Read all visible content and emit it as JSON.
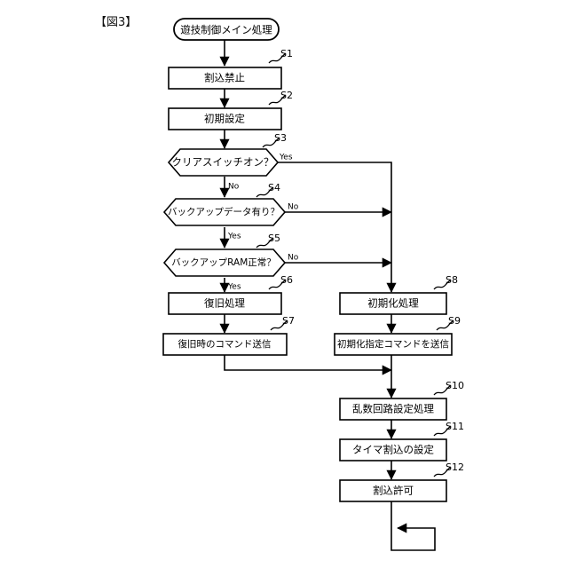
{
  "figure": {
    "label": "【図3】"
  },
  "flowchart": {
    "title_terminal": "遊技制御メイン処理",
    "nodes": [
      {
        "id": "S1",
        "step": "S1",
        "type": "process",
        "text": "割込禁止"
      },
      {
        "id": "S2",
        "step": "S2",
        "type": "process",
        "text": "初期設定"
      },
      {
        "id": "S3",
        "step": "S3",
        "type": "decision",
        "text": "クリアスイッチオン？"
      },
      {
        "id": "S4",
        "step": "S4",
        "type": "decision",
        "text": "バックアップデータ有り？"
      },
      {
        "id": "S5",
        "step": "S5",
        "type": "decision",
        "text": "バックアップRAM正常？"
      },
      {
        "id": "S6",
        "step": "S6",
        "type": "process",
        "text": "復旧処理"
      },
      {
        "id": "S7",
        "step": "S7",
        "type": "process",
        "text": "復旧時のコマンド送信"
      },
      {
        "id": "S8",
        "step": "S8",
        "type": "process",
        "text": "初期化処理"
      },
      {
        "id": "S9",
        "step": "S9",
        "type": "process",
        "text": "初期化指定コマンドを送信"
      },
      {
        "id": "S10",
        "step": "S10",
        "type": "process",
        "text": "乱数回路設定処理"
      },
      {
        "id": "S11",
        "step": "S11",
        "type": "process",
        "text": "タイマ割込の設定"
      },
      {
        "id": "S12",
        "step": "S12",
        "type": "process",
        "text": "割込許可"
      }
    ],
    "branch_labels": {
      "s3_yes": "Yes",
      "s3_no": "No",
      "s4_no": "No",
      "s4_yes": "Yes",
      "s5_no": "No",
      "s5_yes": "Yes"
    },
    "colors": {
      "stroke": "#000000",
      "fill": "#ffffff",
      "background": "#ffffff"
    }
  }
}
